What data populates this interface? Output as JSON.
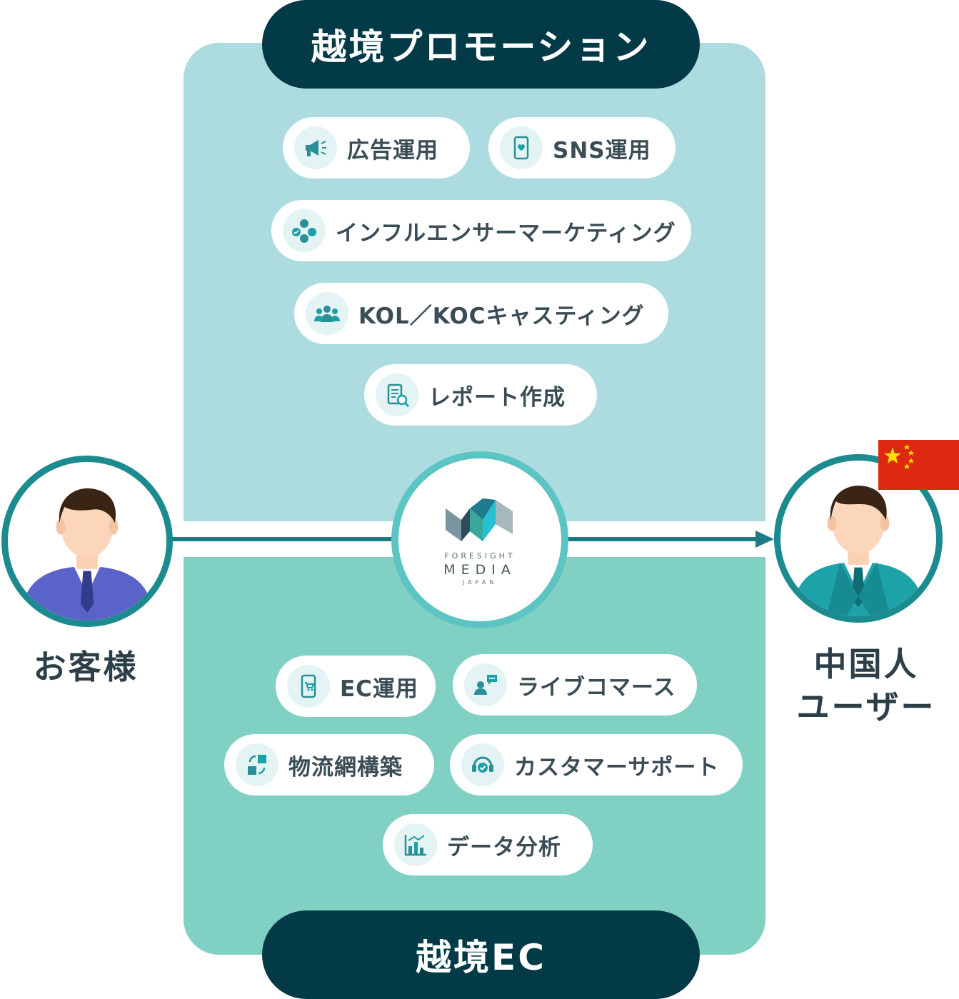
{
  "promotion": {
    "title": "越境プロモーション",
    "items": [
      {
        "label": "広告運用",
        "icon": "megaphone-icon"
      },
      {
        "label": "SNS運用",
        "icon": "smartphone-heart-icon"
      },
      {
        "label": "インフルエンサーマーケティング",
        "icon": "influencer-network-icon"
      },
      {
        "label": "KOL／KOCキャスティング",
        "icon": "people-group-icon"
      },
      {
        "label": "レポート作成",
        "icon": "report-search-icon"
      }
    ]
  },
  "ec": {
    "title": "越境EC",
    "items": [
      {
        "label": "EC運用",
        "icon": "phone-cart-icon"
      },
      {
        "label": "ライブコマース",
        "icon": "live-chat-icon"
      },
      {
        "label": "物流網構築",
        "icon": "logistics-boxes-icon"
      },
      {
        "label": "カスタマーサポート",
        "icon": "headset-check-icon"
      },
      {
        "label": "データ分析",
        "icon": "bar-chart-icon"
      }
    ]
  },
  "customer": {
    "label": "お客様",
    "icon": "businessman-avatar-icon"
  },
  "chinese_user": {
    "label_line1": "中国人",
    "label_line2": "ユーザー",
    "icon": "businessman-avatar-icon"
  },
  "logo": {
    "line1": "FORESIGHT",
    "line2": "MEDIA",
    "line3": "JAPAN"
  },
  "flag": {
    "icon": "china-flag-icon"
  },
  "colors": {
    "title_pill": "#033a47",
    "promotion_panel": "#acdce0",
    "ec_panel": "#80d0c4",
    "accent": "#1b8b8f",
    "icon_teal": "#1aa0a6",
    "flag_red": "#de2910",
    "flag_star": "#ffde00"
  }
}
